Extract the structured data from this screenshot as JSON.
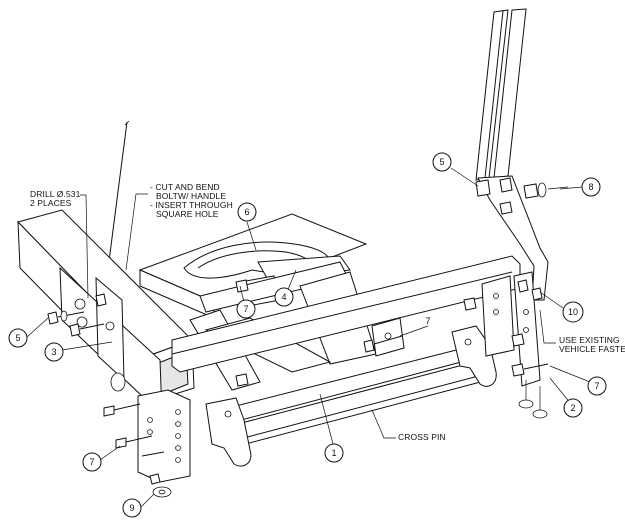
{
  "notes": {
    "drill_line1": "DRILL Ø.531",
    "drill_line2": "2 PLACES",
    "cut_line1": "- CUT AND BEND",
    "cut_line2": "BOLTW/ HANDLE",
    "cut_line3": "- INSERT THROUGH",
    "cut_line4": "SQUARE HOLE",
    "use_line1": "USE EXISTING",
    "use_line2": "VEHICLE FASTENE",
    "cross_pin": "CROSS PIN"
  },
  "callouts": [
    "5",
    "3",
    "7",
    "9",
    "6",
    "7",
    "4",
    "1",
    "7",
    "5",
    "8",
    "10",
    "7",
    "2"
  ]
}
